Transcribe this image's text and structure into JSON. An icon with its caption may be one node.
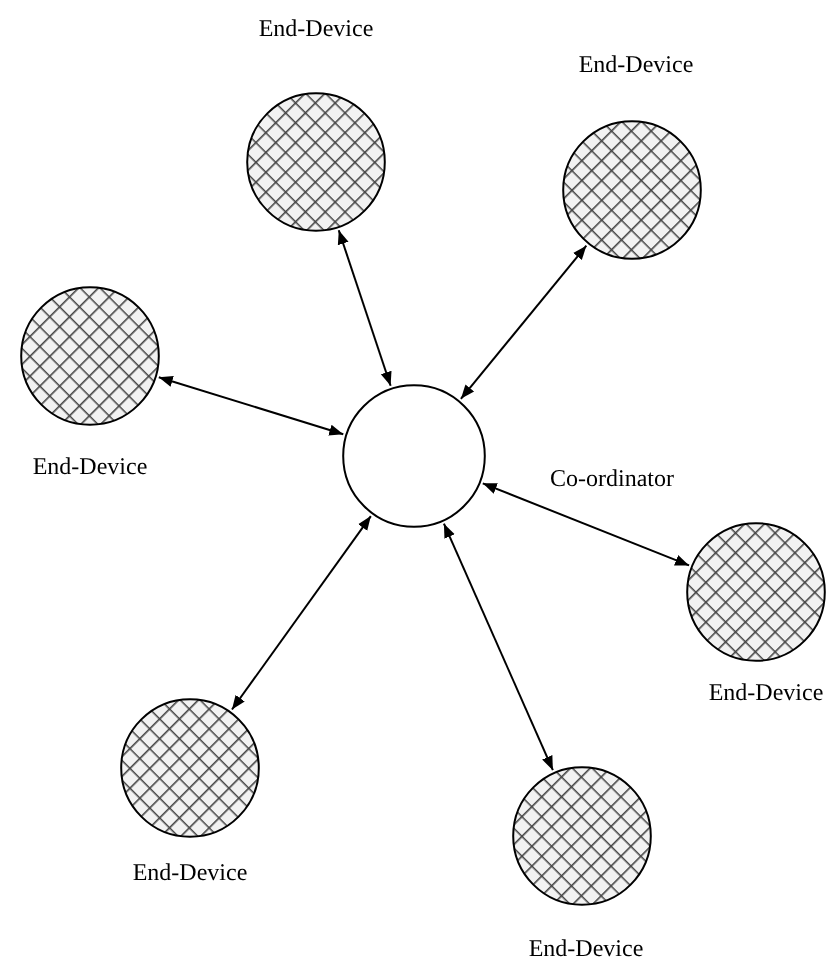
{
  "diagram": {
    "nodes": [
      {
        "text": [
          "End-Device"
        ]
      },
      {
        "text": [
          "End-Device"
        ]
      },
      {
        "text": [
          "End-Device"
        ]
      },
      {
        "text": [
          "Co-ordinator"
        ]
      },
      {
        "text": [
          "End-Device"
        ]
      },
      {
        "text": [
          "End-Device"
        ]
      },
      {
        "text": [
          "End-Device"
        ]
      }
    ],
    "edges": [
      {
        "from": 3,
        "to": 0,
        "arrow": "both"
      },
      {
        "from": 3,
        "to": 1,
        "arrow": "both"
      },
      {
        "from": 3,
        "to": 2,
        "arrow": "both"
      },
      {
        "from": 3,
        "to": 4,
        "arrow": "both"
      },
      {
        "from": 3,
        "to": 5,
        "arrow": "both"
      },
      {
        "from": 3,
        "to": 6,
        "arrow": "both"
      }
    ]
  }
}
